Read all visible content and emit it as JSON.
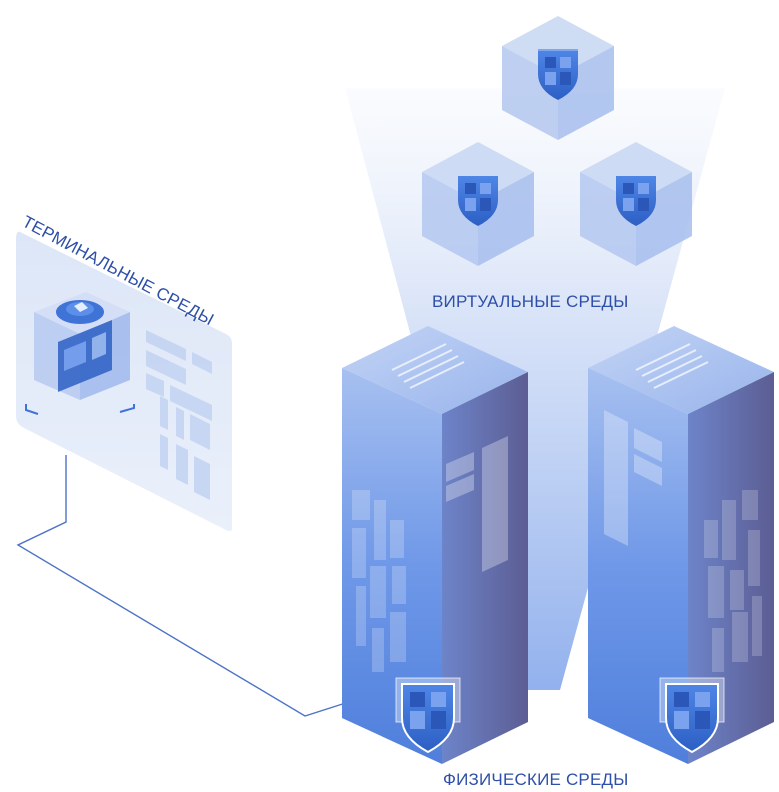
{
  "labels": {
    "virtual": "ВИРТУАЛЬНЫЕ СРЕДЫ",
    "physical": "ФИЗИЧЕСКИЕ СРЕДЫ",
    "terminal": "ТЕРМИНАЛЬНЫЕ СРЕДЫ"
  },
  "colors": {
    "server_front": "#5f8fe6",
    "server_side": "#6d6fa6",
    "shield": "#3f73d6",
    "cube": "#c9d8f3",
    "text": "#2e4fa8"
  },
  "icons": [
    "shield-icon",
    "virtual-cube-icon",
    "server-rack-icon",
    "terminal-panel-icon"
  ]
}
